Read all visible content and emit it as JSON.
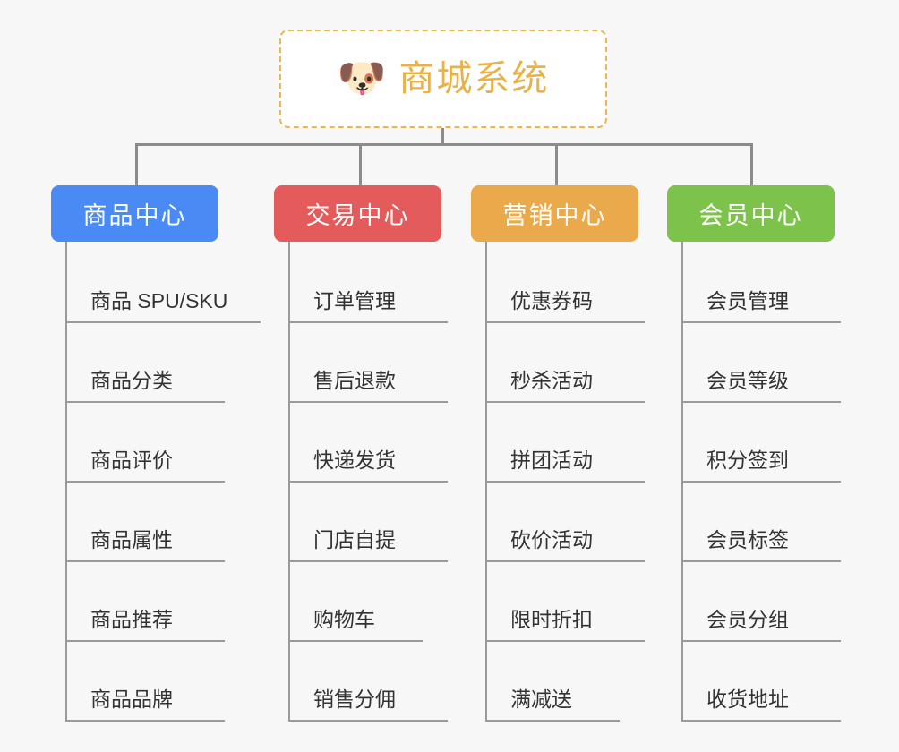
{
  "root": {
    "icon": "dog-face-icon",
    "emoji": "🐶",
    "title": "商城系统",
    "border_color": "#eab84f",
    "text_color": "#e8b14a"
  },
  "canvas": {
    "background": "#f7f7f7",
    "connector_color": "#8c8c8c",
    "branch_line_color": "#9a9a9a",
    "item_text_color": "#333333"
  },
  "categories": [
    {
      "label": "商品中心",
      "color": "#4a8af4",
      "items": [
        {
          "label": "商品 SPU/SKU",
          "width_class": "w7"
        },
        {
          "label": "商品分类",
          "width_class": "w4"
        },
        {
          "label": "商品评价",
          "width_class": "w4"
        },
        {
          "label": "商品属性",
          "width_class": "w4"
        },
        {
          "label": "商品推荐",
          "width_class": "w4"
        },
        {
          "label": "商品品牌",
          "width_class": "w4"
        }
      ]
    },
    {
      "label": "交易中心",
      "color": "#e35b5b",
      "items": [
        {
          "label": "订单管理",
          "width_class": "w4"
        },
        {
          "label": "售后退款",
          "width_class": "w4"
        },
        {
          "label": "快递发货",
          "width_class": "w4"
        },
        {
          "label": "门店自提",
          "width_class": "w4"
        },
        {
          "label": "购物车",
          "width_class": "w3"
        },
        {
          "label": "销售分佣",
          "width_class": "w4"
        }
      ]
    },
    {
      "label": "营销中心",
      "color": "#eaa94a",
      "items": [
        {
          "label": "优惠券码",
          "width_class": "w4"
        },
        {
          "label": "秒杀活动",
          "width_class": "w4"
        },
        {
          "label": "拼团活动",
          "width_class": "w4"
        },
        {
          "label": "砍价活动",
          "width_class": "w4"
        },
        {
          "label": "限时折扣",
          "width_class": "w4"
        },
        {
          "label": "满减送",
          "width_class": "w3"
        }
      ]
    },
    {
      "label": "会员中心",
      "color": "#7cc24b",
      "items": [
        {
          "label": "会员管理",
          "width_class": "w4"
        },
        {
          "label": "会员等级",
          "width_class": "w4"
        },
        {
          "label": "积分签到",
          "width_class": "w4"
        },
        {
          "label": "会员标签",
          "width_class": "w4"
        },
        {
          "label": "会员分组",
          "width_class": "w4"
        },
        {
          "label": "收货地址",
          "width_class": "w4"
        }
      ]
    }
  ],
  "layout": {
    "column_left": [
      57,
      306,
      526,
      745
    ],
    "drop_left": [
      151,
      401,
      620,
      838
    ]
  }
}
